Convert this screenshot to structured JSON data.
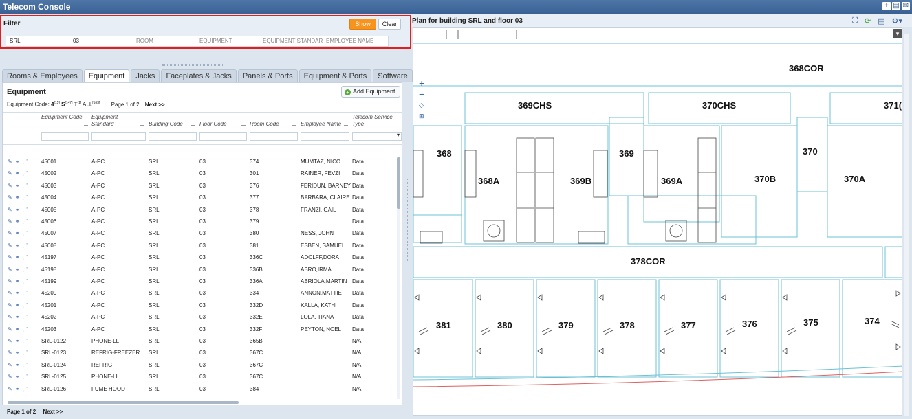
{
  "app": {
    "title": "Telecom Console"
  },
  "filter": {
    "title": "Filter",
    "show_label": "Show",
    "clear_label": "Clear",
    "fields": [
      {
        "value": "SRL",
        "placeholder": ""
      },
      {
        "value": "03",
        "placeholder": ""
      },
      {
        "value": "",
        "placeholder": "ROOM"
      },
      {
        "value": "",
        "placeholder": "EQUIPMENT"
      },
      {
        "value": "",
        "placeholder": "EQUIPMENT STANDARD"
      },
      {
        "value": "",
        "placeholder": "EMPLOYEE NAME"
      }
    ]
  },
  "tabs": [
    "Rooms & Employees",
    "Equipment",
    "Jacks",
    "Faceplates & Jacks",
    "Panels & Ports",
    "Equipment & Ports",
    "Software"
  ],
  "equipment": {
    "title": "Equipment",
    "add_label": "Add Equipment",
    "codes_label": "Equipment Code:",
    "codes": [
      {
        "letter": "4",
        "count": "[15]"
      },
      {
        "letter": "S",
        "count": "[147]"
      },
      {
        "letter": "T",
        "count": "[1]"
      },
      {
        "letter": "ALL",
        "count": "[163]"
      }
    ],
    "page_info": "Page 1 of 2",
    "next_label": "Next >>",
    "columns": [
      {
        "label": "Equipment Code"
      },
      {
        "label": "Equipment Standard"
      },
      {
        "label": "Building Code"
      },
      {
        "label": "Floor Code"
      },
      {
        "label": "Room Code"
      },
      {
        "label": "Employee Name"
      },
      {
        "label": "Telecom Service Type"
      }
    ],
    "rows": [
      [
        "45001",
        "A-PC",
        "SRL",
        "03",
        "374",
        "MUMTAZ, NICO",
        "Data"
      ],
      [
        "45002",
        "A-PC",
        "SRL",
        "03",
        "301",
        "RAINER, FEVZI",
        "Data"
      ],
      [
        "45003",
        "A-PC",
        "SRL",
        "03",
        "376",
        "FERIDUN, BARNEY",
        "Data"
      ],
      [
        "45004",
        "A-PC",
        "SRL",
        "03",
        "377",
        "BARBARA, CLAIRE",
        "Data"
      ],
      [
        "45005",
        "A-PC",
        "SRL",
        "03",
        "378",
        "FRANZI, GAIL",
        "Data"
      ],
      [
        "45006",
        "A-PC",
        "SRL",
        "03",
        "379",
        "",
        "Data"
      ],
      [
        "45007",
        "A-PC",
        "SRL",
        "03",
        "380",
        "NESS, JOHN",
        "Data"
      ],
      [
        "45008",
        "A-PC",
        "SRL",
        "03",
        "381",
        "ESBEN, SAMUEL",
        "Data"
      ],
      [
        "45197",
        "A-PC",
        "SRL",
        "03",
        "336C",
        "ADOLFF,DORA",
        "Data"
      ],
      [
        "45198",
        "A-PC",
        "SRL",
        "03",
        "336B",
        "ABRO,IRMA",
        "Data"
      ],
      [
        "45199",
        "A-PC",
        "SRL",
        "03",
        "336A",
        "ABRIOLA,MARTIN",
        "Data"
      ],
      [
        "45200",
        "A-PC",
        "SRL",
        "03",
        "334",
        "ANNON,MATTIE",
        "Data"
      ],
      [
        "45201",
        "A-PC",
        "SRL",
        "03",
        "332D",
        "KALLA, KATHI",
        "Data"
      ],
      [
        "45202",
        "A-PC",
        "SRL",
        "03",
        "332E",
        "LOLA, TIANA",
        "Data"
      ],
      [
        "45203",
        "A-PC",
        "SRL",
        "03",
        "332F",
        "PEYTON, NOEL",
        "Data"
      ],
      [
        "SRL-0122",
        "PHONE-LL",
        "SRL",
        "03",
        "365B",
        "",
        "N/A"
      ],
      [
        "SRL-0123",
        "REFRIG-FREEZER",
        "SRL",
        "03",
        "367C",
        "",
        "N/A"
      ],
      [
        "SRL-0124",
        "REFRIG",
        "SRL",
        "03",
        "367C",
        "",
        "N/A"
      ],
      [
        "SRL-0125",
        "PHONE-LL",
        "SRL",
        "03",
        "367C",
        "",
        "N/A"
      ],
      [
        "SRL-0126",
        "FUME HOOD",
        "SRL",
        "03",
        "384",
        "",
        "N/A"
      ]
    ],
    "footer_page": "Page 1 of 2",
    "footer_next": "Next >>"
  },
  "plan": {
    "title": "Plan for building SRL and floor 03",
    "rooms": [
      {
        "label": "368COR"
      },
      {
        "label": "369CHS"
      },
      {
        "label": "370CHS"
      },
      {
        "label": "371("
      },
      {
        "label": "368"
      },
      {
        "label": "368A"
      },
      {
        "label": "369B"
      },
      {
        "label": "369"
      },
      {
        "label": "369A"
      },
      {
        "label": "370"
      },
      {
        "label": "370B"
      },
      {
        "label": "370A"
      },
      {
        "label": "378COR"
      },
      {
        "label": "381"
      },
      {
        "label": "380"
      },
      {
        "label": "379"
      },
      {
        "label": "378"
      },
      {
        "label": "377"
      },
      {
        "label": "376"
      },
      {
        "label": "375"
      },
      {
        "label": "374"
      }
    ]
  },
  "colors": {
    "accent": "#f7941d",
    "titlebar": "#3a6194",
    "highlight": "#e01f1f",
    "wall": "#6cc0d6"
  }
}
